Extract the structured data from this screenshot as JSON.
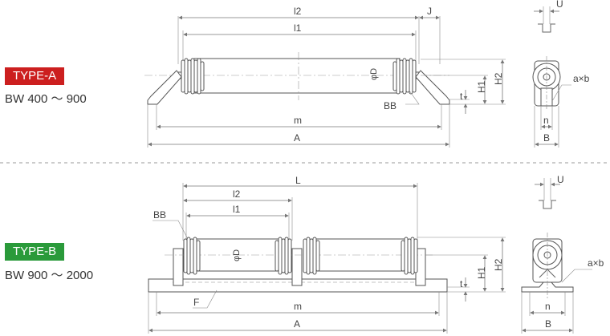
{
  "type_a": {
    "badge": "TYPE-A",
    "range": "BW 400 ～ 900",
    "badge_color": "#cc1f1f"
  },
  "type_b": {
    "badge": "TYPE-B",
    "range": "BW 900 ～ 2000",
    "badge_color": "#2a9a3a"
  },
  "labels": {
    "l2": "l2",
    "l1": "l1",
    "J": "J",
    "U": "U",
    "H1": "H1",
    "H2": "H2",
    "t": "t",
    "BB": "BB",
    "m": "m",
    "A": "A",
    "n": "n",
    "B": "B",
    "axb": "a×b",
    "phiD": "φD",
    "L": "L",
    "F": "F"
  }
}
